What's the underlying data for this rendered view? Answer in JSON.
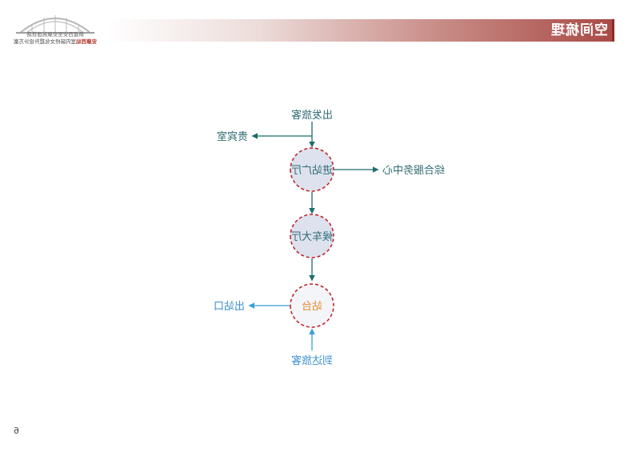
{
  "header": {
    "title": "空间梳理",
    "logo_line1": "新建西安至安康高速铁路",
    "logo_line2_brand": "安康西站",
    "logo_line2_rest": "室内装修文化提升设计方案"
  },
  "diagram": {
    "departing_passengers": "出发旅客",
    "vip_room": "贵宾室",
    "entrance_hall": "进站广厅",
    "service_center": "综合服务中心",
    "waiting_hall": "候车大厅",
    "platform": "站台",
    "exit": "出站口",
    "arriving_passengers": "到达旅客"
  },
  "colors": {
    "header_accent": "#a94a46",
    "teal_flow": "#1f6d6d",
    "blue_flow": "#3a9fd6",
    "circle_fill": "#dde2ee",
    "circle_border": "#c0262c"
  },
  "footer": {
    "page_number": "6"
  }
}
